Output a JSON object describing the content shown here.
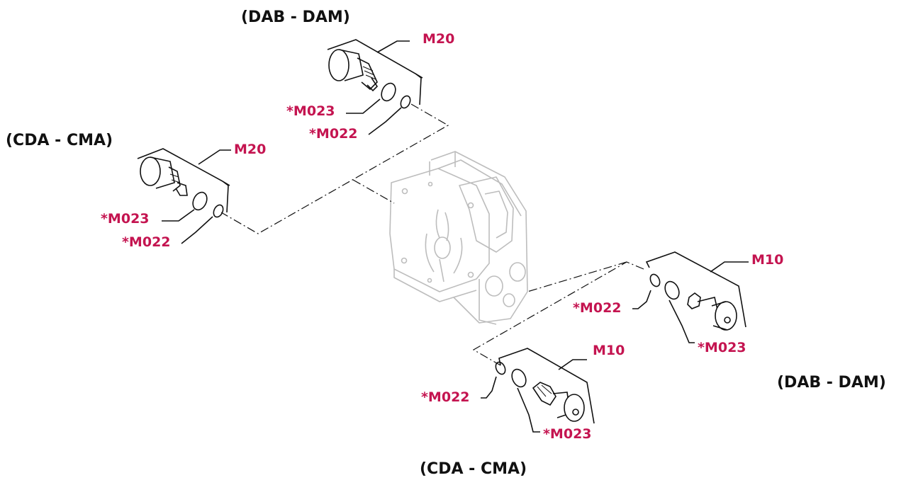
{
  "colors": {
    "label": "#C41450",
    "heading": "#111111",
    "line": "#111111",
    "body": "#bdbdbd"
  },
  "groups": [
    {
      "name": "(DAB - DAM)",
      "part": "M20",
      "orings": [
        "*M023",
        "*M022"
      ]
    },
    {
      "name": "(CDA - CMA)",
      "part": "M20",
      "orings": [
        "*M023",
        "*M022"
      ]
    },
    {
      "name": "(DAB - DAM)",
      "part": "M10",
      "orings": [
        "*M022",
        "*M023"
      ]
    },
    {
      "name": "(CDA - CMA)",
      "part": "M10",
      "orings": [
        "*M022",
        "*M023"
      ]
    }
  ]
}
